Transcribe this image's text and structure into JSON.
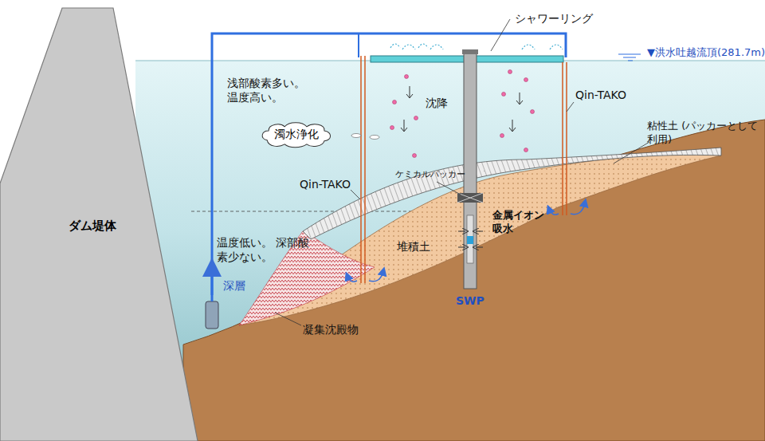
{
  "diagram": {
    "nodes": [
      {
        "text": [
          "ダム堤体"
        ]
      },
      {
        "text": [
          "濁水浄化"
        ]
      }
    ],
    "labels": [
      "シャワーリング",
      "▼洪水吐越流頂(281.7m)",
      "浅部酸素多い。 温度高い。",
      "沈降",
      "Qin-TAKO",
      "粘性土 (パッカーとして利用)",
      "ケミカルパッカー",
      "Qin-TAKO",
      "金属イオン 吸水",
      "堆積土",
      "温度低い。 深部酸素少ない。",
      "深層",
      "SWP",
      "凝集沈殿物"
    ]
  }
}
